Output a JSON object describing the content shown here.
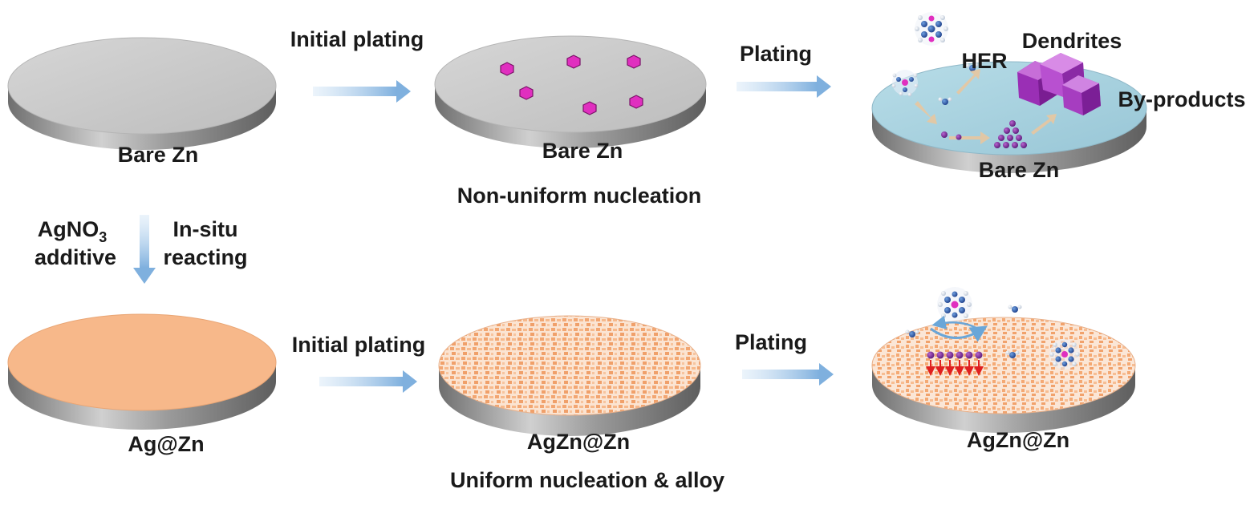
{
  "top_row": {
    "disk1_label": "Bare Zn",
    "arrow1_label": "Initial plating",
    "disk2_label": "Bare Zn",
    "disk2_caption": "Non-uniform nucleation",
    "arrow2_label": "Plating",
    "disk3_label": "Bare Zn",
    "her_label": "HER",
    "dendrites_label": "Dendrites",
    "byproducts_label": "By-products"
  },
  "transition": {
    "left_line1": "AgNO",
    "left_sub": "3",
    "left_line2": "additive",
    "right_line1": "In-situ",
    "right_line2": "reacting"
  },
  "bottom_row": {
    "disk1_label": "Ag@Zn",
    "arrow1_label": "Initial plating",
    "disk2_label": "AgZn@Zn",
    "disk2_caption": "Uniform nucleation & alloy",
    "arrow2_label": "Plating",
    "disk3_label": "AgZn@Zn"
  },
  "colors": {
    "zinc_top": "#c8c8c8",
    "zinc_side": "#8f8f8f",
    "ag_top": "#f7b88a",
    "electrolyte": "#a9d3e0",
    "nucleus": "#e02fbf",
    "dendrite": "#b040c8",
    "arrow": "#8ab8e0"
  }
}
